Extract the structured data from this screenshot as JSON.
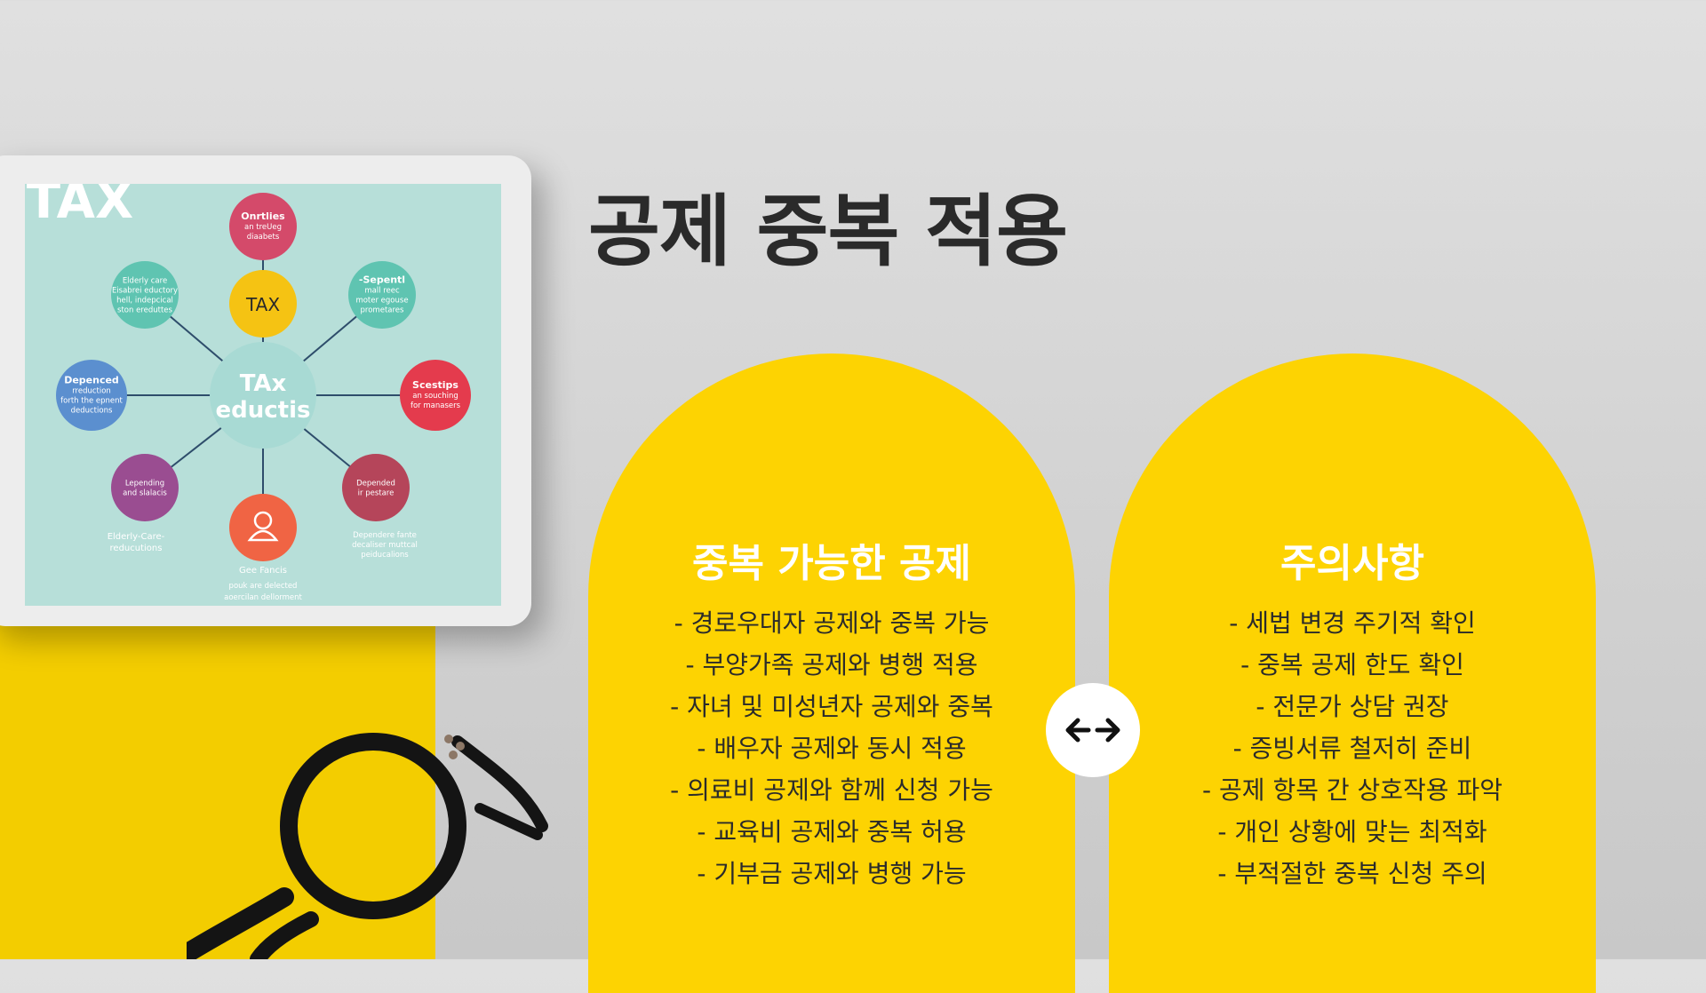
{
  "slide": {
    "title": "공제 중복 적용"
  },
  "tablet_image": {
    "header": "TAX",
    "center": [
      "TAx",
      "eductis"
    ],
    "nodes": [
      {
        "title": "Onrtlies",
        "lines": [
          "an treUeg",
          "diaabets"
        ],
        "color": "#d44a6a"
      },
      {
        "title": "TAX",
        "lines": [],
        "color": "#f5c313"
      },
      {
        "title": "",
        "lines": [
          "Elderly care",
          "Eisabrei eductory",
          "hell, indepcical",
          "ston ereduttes"
        ],
        "color": "#5fc4b1"
      },
      {
        "title": "-Sepentl",
        "lines": [
          "mall reec",
          "moter egouse",
          "prometares"
        ],
        "color": "#5fc4b1"
      },
      {
        "title": "Depenced",
        "lines": [
          "rreduction",
          "forth the epnent",
          "deductions"
        ],
        "color": "#5b8fcf"
      },
      {
        "title": "Scestips",
        "lines": [
          "an souching",
          "for manasers"
        ],
        "color": "#e43b4d"
      },
      {
        "title": "",
        "lines": [
          "Lepending",
          "and slalacis"
        ],
        "color": "#9a4d91"
      },
      {
        "title": "",
        "lines": [
          "Depended",
          "ir pestare"
        ],
        "color": "#b5455a"
      },
      {
        "title": "",
        "lines": [],
        "color": "#f06444",
        "icon": "person-icon"
      }
    ],
    "captions": {
      "bottom_left": [
        "Elderly-Care-",
        "reducutions"
      ],
      "bottom_right": [
        "Dependere fante",
        "decaliser muttcal",
        "peiducalions"
      ],
      "bottom_center": [
        "Gee Fancis",
        "pouk are delected",
        "aoercilan dellorment"
      ]
    }
  },
  "left_card": {
    "heading": "중복 가능한 공제",
    "items": [
      "- 경로우대자 공제와 중복 가능",
      "- 부양가족 공제와 병행 적용",
      "- 자녀 및 미성년자 공제와 중복",
      "- 배우자 공제와 동시 적용",
      "- 의료비 공제와 함께 신청 가능",
      "- 교육비 공제와 중복 허용",
      "- 기부금 공제와 병행 가능"
    ]
  },
  "right_card": {
    "heading": "주의사항",
    "items": [
      "- 세법 변경 주기적 확인",
      "- 중복 공제 한도 확인",
      "- 전문가 상담 권장",
      "- 증빙서류 철저히 준비",
      "- 공제 항목 간 상호작용 파악",
      "- 개인 상황에 맞는 최적화",
      "- 부적절한 중복 신청 주의"
    ]
  },
  "connector": {
    "icon": "left-right-arrow-icon"
  },
  "colors": {
    "accent_yellow": "#fdd302",
    "title_text": "#2a2a2a",
    "body_text": "#2b2b2b",
    "background": "#d4d4d4"
  }
}
